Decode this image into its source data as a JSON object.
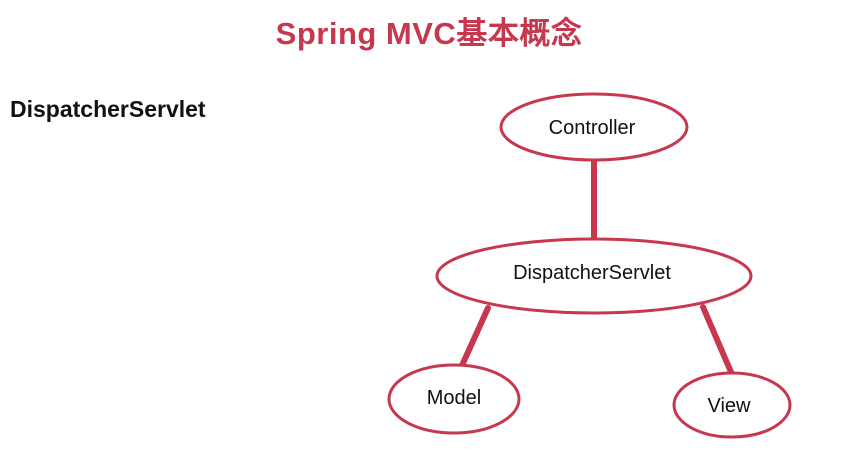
{
  "slide": {
    "title": "Spring MVC基本概念",
    "heading": "DispatcherServlet"
  },
  "diagram": {
    "nodes": {
      "controller": "Controller",
      "dispatcher": "DispatcherServlet",
      "model": "Model",
      "view": "View"
    },
    "edges": [
      {
        "from": "controller",
        "to": "dispatcher"
      },
      {
        "from": "dispatcher",
        "to": "model"
      },
      {
        "from": "dispatcher",
        "to": "view"
      }
    ]
  },
  "colors": {
    "accent": "#c7384e",
    "text": "#111111",
    "background": "#ffffff"
  }
}
